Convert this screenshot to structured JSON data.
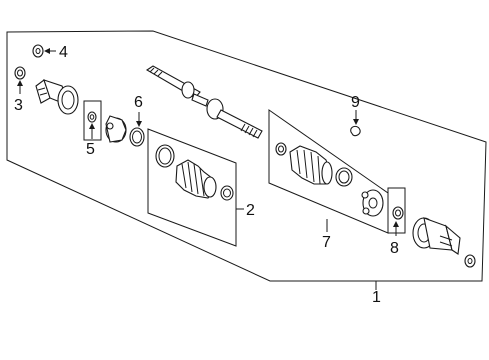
{
  "diagram": {
    "type": "exploded-parts-diagram",
    "subject": "drive axle shaft assembly",
    "callouts": [
      {
        "id": "c1",
        "text": "1"
      },
      {
        "id": "c2",
        "text": "2"
      },
      {
        "id": "c3",
        "text": "3"
      },
      {
        "id": "c4",
        "text": "4"
      },
      {
        "id": "c5",
        "text": "5"
      },
      {
        "id": "c6",
        "text": "6"
      },
      {
        "id": "c7",
        "text": "7"
      },
      {
        "id": "c8",
        "text": "8"
      },
      {
        "id": "c9",
        "text": "9"
      }
    ],
    "colors": {
      "line": "#1a1a1a",
      "background": "#ffffff"
    }
  }
}
